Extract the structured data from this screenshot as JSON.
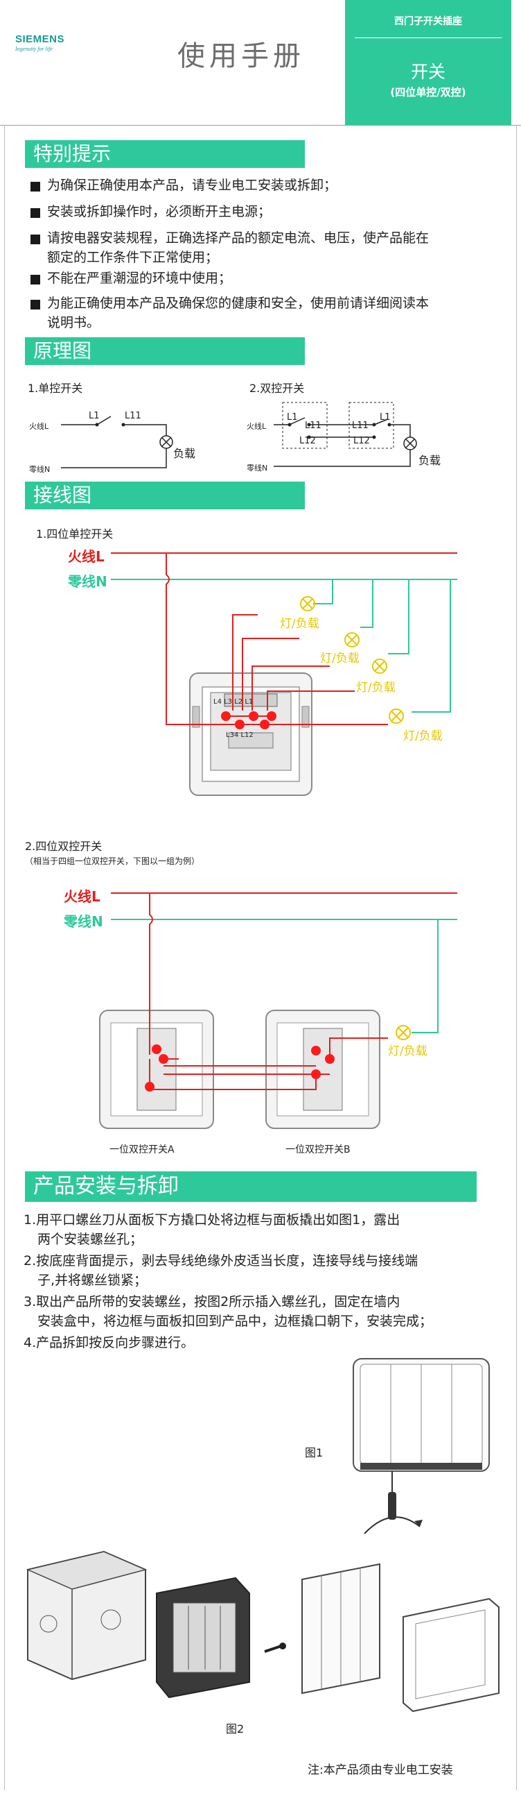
{
  "header": {
    "brand": "SIEMENS",
    "tagline": "Ingenuity for life",
    "title": "使用手册",
    "category": "西门子开关插座",
    "product_name": "开关",
    "product_variant": "(四位单控/双控)"
  },
  "notice": {
    "heading": "特别提示",
    "items": [
      "为确保正确使用本产品，请专业电工安装或拆卸；",
      "安装或拆卸操作时，必须断开主电源；",
      "请按电器安装规程，正确选择产品的额定电流、电压，使产品能在",
      "额定的工作条件下正常使用；",
      "不能在严重潮湿的环境中使用；",
      "为能正确使用本产品及确保您的健康和安全，使用前请详细阅读本",
      "说明书。"
    ]
  },
  "principle": {
    "heading": "原理图",
    "single_title": "1.单控开关",
    "double_title": "2.双控开关",
    "live_label": "火线L",
    "neutral_label": "零线N",
    "load_label": "负载",
    "l1": "L1",
    "l11": "L11",
    "l12": "L12"
  },
  "wiring": {
    "heading": "接线图",
    "four_single_title": "1.四位单控开关",
    "four_double_title": "2.四位双控开关",
    "four_double_note": "（相当于四组一位双控开关，下图以一组为例）",
    "live": "火线L",
    "neutral": "零线N",
    "lamp": "灯/负载",
    "terminals_top": "L4 L3 L2 L1",
    "terminals_bottom": "L34 L12",
    "switch_a": "一位双控开关A",
    "switch_b": "一位双控开关B"
  },
  "install": {
    "heading": "产品安装与拆卸",
    "steps": [
      "1.用平口螺丝刀从面板下方撬口处将边框与面板撬出如图1，露出",
      "两个安装螺丝孔；",
      "2.按底座背面提示，剥去导线绝缘外皮适当长度，连接导线与接线端",
      "子,并将螺丝锁紧；",
      "3.取出产品所带的安装螺丝，按图2所示插入螺丝孔，固定在墙内",
      "安装盒中，将边框与面板扣回到产品中，边框撬口朝下，安装完成；",
      "4.产品拆卸按反向步骤进行。"
    ],
    "fig1": "图1",
    "fig2": "图2",
    "footer_note": "注:本产品须由专业电工安装"
  },
  "colors": {
    "accent": "#2ec99b",
    "live_wire": "#e02020",
    "neutral_wire": "#2ec99b",
    "lamp": "#e6c800"
  }
}
